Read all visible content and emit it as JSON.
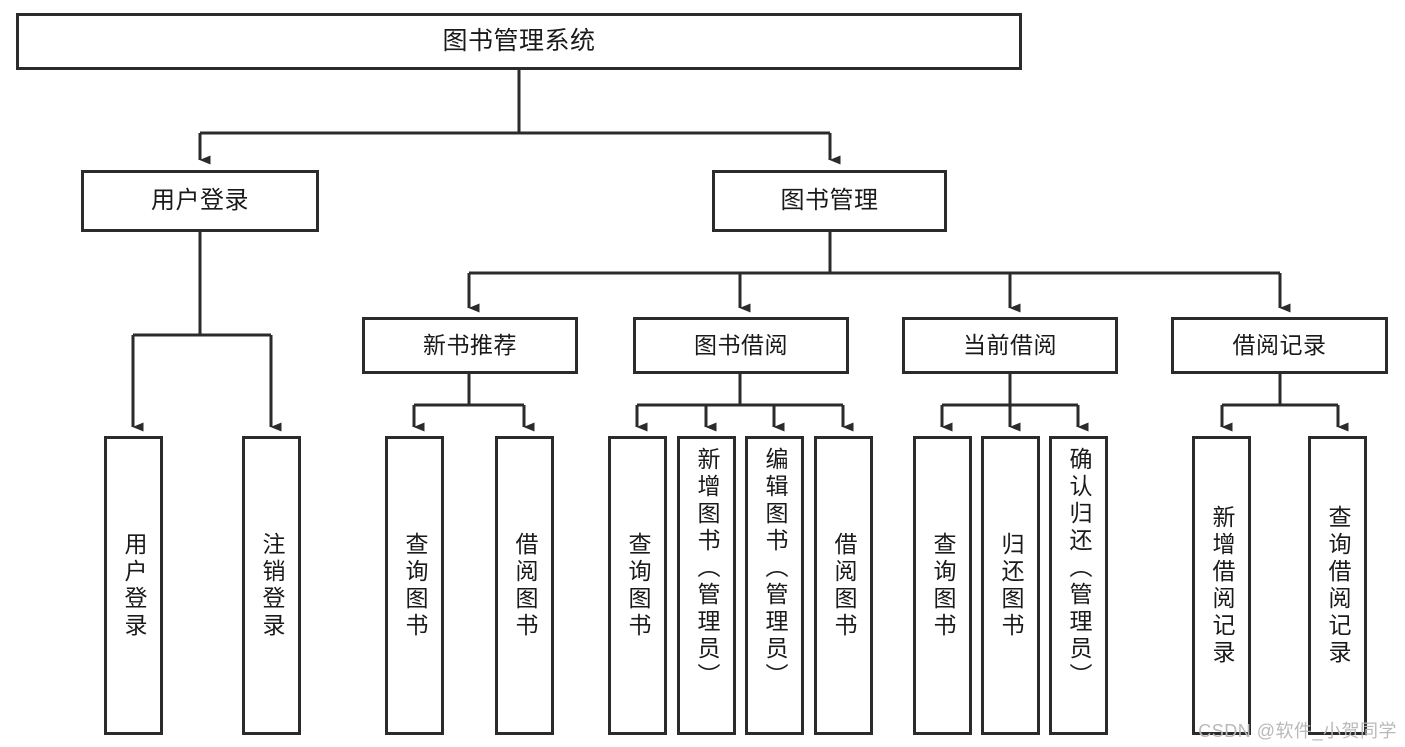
{
  "diagram": {
    "type": "hierarchy-tree",
    "title": "图书管理系统",
    "root": {
      "label": "图书管理系统"
    },
    "level2": [
      {
        "label": "用户登录"
      },
      {
        "label": "图书管理"
      }
    ],
    "level3": [
      {
        "label": "新书推荐"
      },
      {
        "label": "图书借阅"
      },
      {
        "label": "当前借阅"
      },
      {
        "label": "借阅记录"
      }
    ],
    "leaves": {
      "user_login": [
        {
          "label": "用户登录"
        },
        {
          "label": "注销登录"
        }
      ],
      "new_book_recommend": [
        {
          "label": "查询图书"
        },
        {
          "label": "借阅图书"
        }
      ],
      "book_borrow": [
        {
          "label": "查询图书"
        },
        {
          "label": "新增图书（管理员）"
        },
        {
          "label": "编辑图书（管理员）"
        },
        {
          "label": "借阅图书"
        }
      ],
      "current_borrow": [
        {
          "label": "查询图书"
        },
        {
          "label": "归还图书"
        },
        {
          "label": "确认归还（管理员）"
        }
      ],
      "borrow_record": [
        {
          "label": "新增借阅记录"
        },
        {
          "label": "查询借阅记录"
        }
      ]
    },
    "colors": {
      "stroke": "#2b2b2b",
      "fill": "#ffffff",
      "text": "#1a1a1a",
      "watermark": "#b9b9b9"
    }
  },
  "watermark": {
    "text": "CSDN @软件_小贺同学"
  }
}
